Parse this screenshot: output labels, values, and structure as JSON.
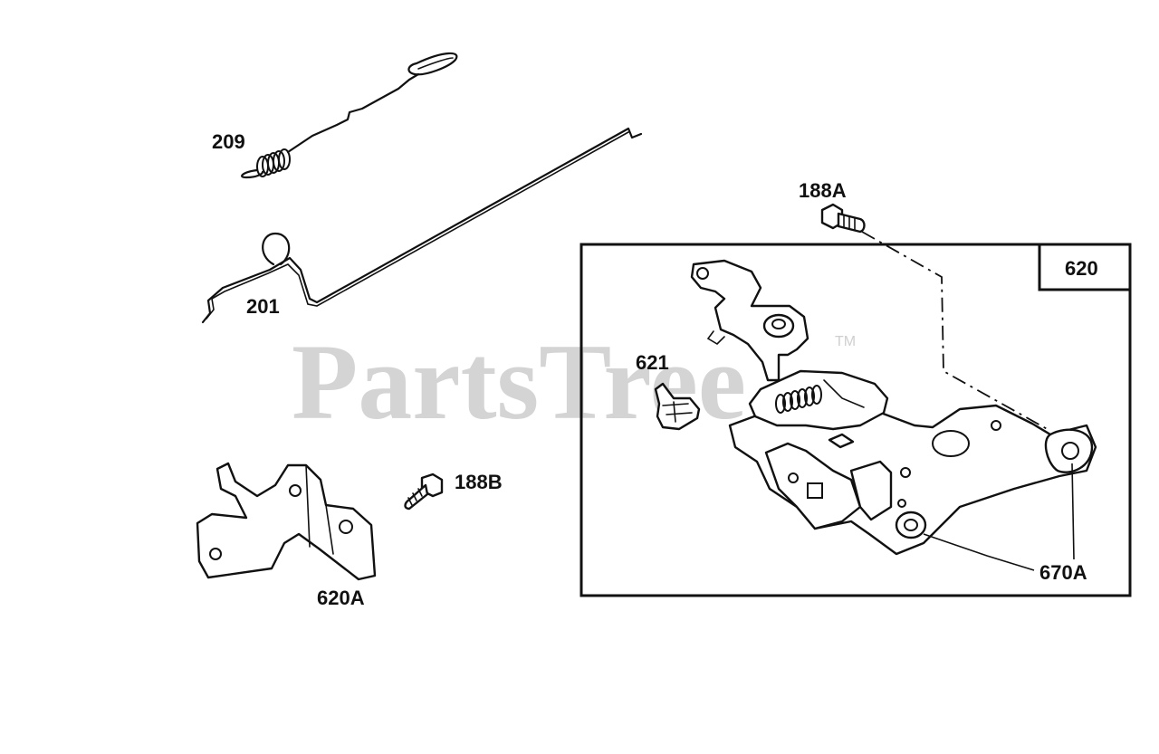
{
  "diagram": {
    "watermark": "PartsTree",
    "trademark": "TM",
    "assembly_box_label": "620",
    "parts": [
      {
        "id": "209",
        "label": "209"
      },
      {
        "id": "201",
        "label": "201"
      },
      {
        "id": "188A",
        "label": "188A"
      },
      {
        "id": "621",
        "label": "621"
      },
      {
        "id": "188B",
        "label": "188B"
      },
      {
        "id": "620A",
        "label": "620A"
      },
      {
        "id": "670A",
        "label": "670A"
      }
    ]
  }
}
